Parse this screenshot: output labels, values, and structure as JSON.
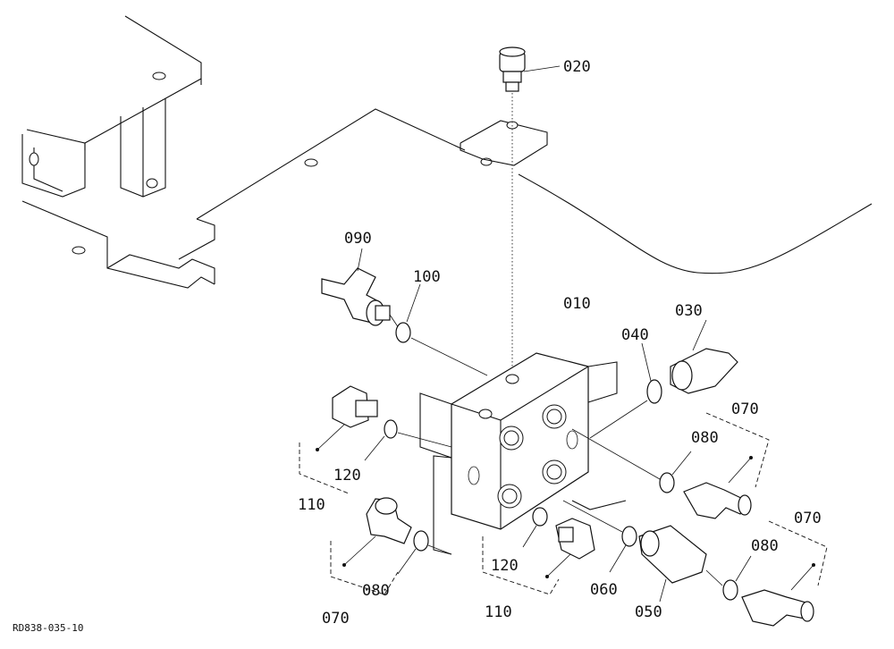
{
  "drawing_code": "RD838-035-10",
  "callouts": {
    "p010": "010",
    "p020": "020",
    "p030": "030",
    "p040": "040",
    "p050": "050",
    "p060": "060",
    "p070_a": "070",
    "p070_b": "070",
    "p070_c": "070",
    "p080_a": "080",
    "p080_b": "080",
    "p080_c": "080",
    "p090": "090",
    "p100": "100",
    "p110_a": "110",
    "p110_b": "110",
    "p120_a": "120",
    "p120_b": "120"
  }
}
